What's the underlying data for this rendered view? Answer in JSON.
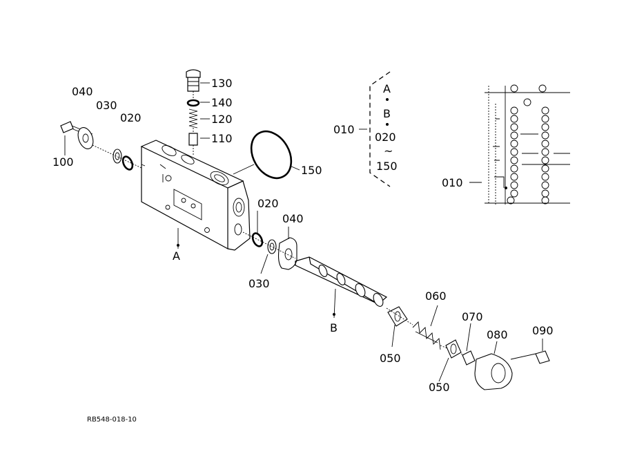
{
  "diagram": {
    "reference_code": "RB548-018-10",
    "part_labels": {
      "p040_top": "040",
      "p030_top": "030",
      "p020_top": "020",
      "p100": "100",
      "p130": "130",
      "p140": "140",
      "p120": "120",
      "p110": "110",
      "p150": "150",
      "pA_body": "A",
      "p020_mid": "020",
      "p040_mid": "040",
      "p030_mid": "030",
      "pB_spool": "B",
      "p060": "060",
      "p070": "070",
      "p080": "080",
      "p090": "090",
      "p050_a": "050",
      "p050_b": "050",
      "p010_bracket": "010",
      "p010_inset": "010"
    },
    "bracket_items": {
      "first": "A",
      "second": "B",
      "third": "020",
      "range_symbol": "~",
      "fourth": "150"
    }
  }
}
